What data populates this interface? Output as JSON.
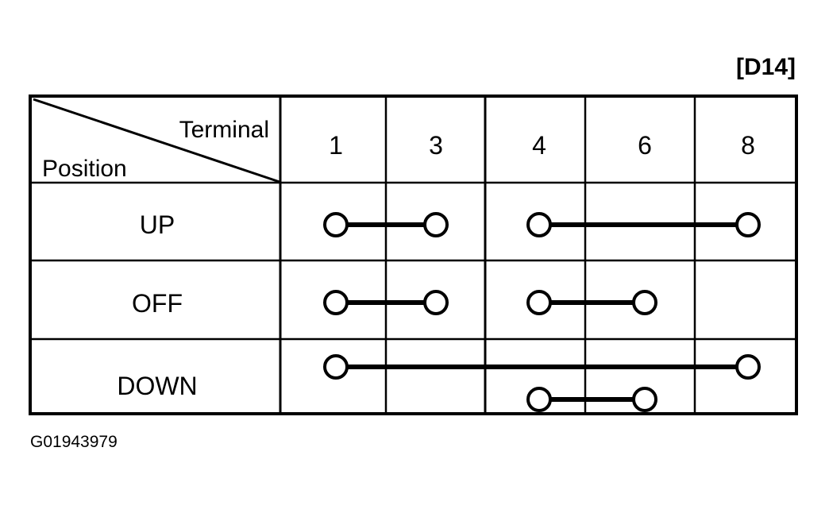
{
  "figure": {
    "connector_tag": "[D14]",
    "caption": "G01943979",
    "header": {
      "terminal_label": "Terminal",
      "position_label": "Position"
    },
    "columns": [
      {
        "label": "1"
      },
      {
        "label": "3"
      },
      {
        "label": "4"
      },
      {
        "label": "6"
      },
      {
        "label": "8"
      }
    ],
    "rows": [
      {
        "label": "UP"
      },
      {
        "label": "OFF"
      },
      {
        "label": "DOWN"
      }
    ],
    "continuity": [
      {
        "position": "UP",
        "connections": [
          [
            "1",
            "3"
          ],
          [
            "4",
            "8"
          ]
        ]
      },
      {
        "position": "OFF",
        "connections": [
          [
            "1",
            "3"
          ],
          [
            "4",
            "6"
          ]
        ]
      },
      {
        "position": "DOWN",
        "connections": [
          [
            "1",
            "8"
          ],
          [
            "4",
            "6"
          ]
        ]
      }
    ],
    "colors": {
      "line": "#000000",
      "background": "#ffffff"
    }
  }
}
